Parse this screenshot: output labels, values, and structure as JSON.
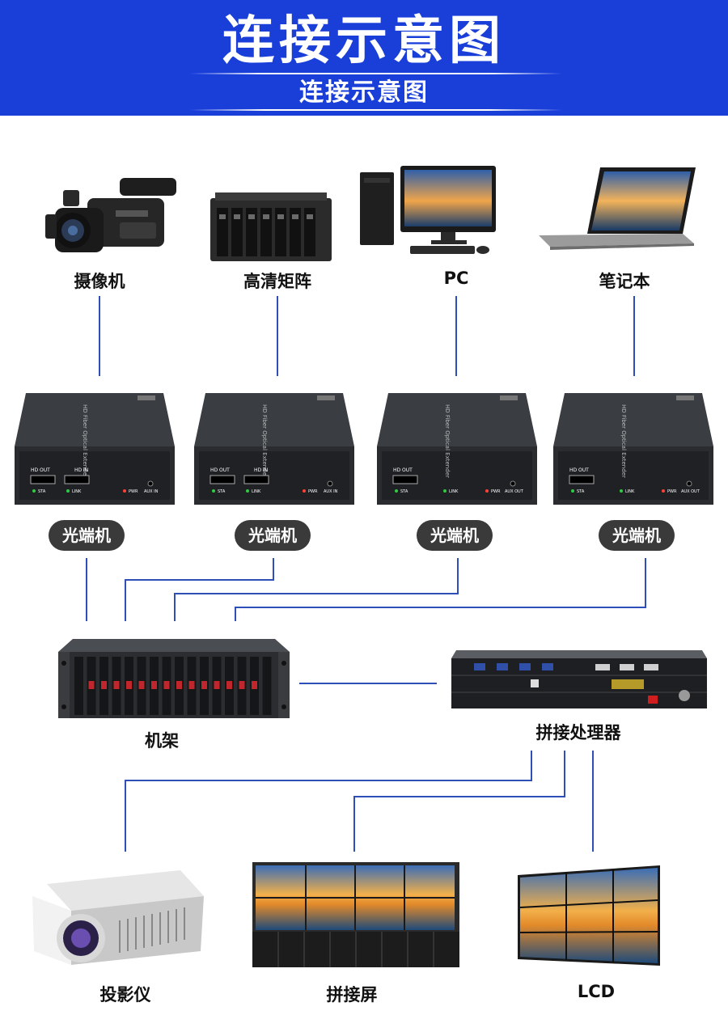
{
  "header": {
    "title": "连接示意图",
    "subtitle": "连接示意图"
  },
  "sources": [
    {
      "label": "摄像机",
      "icon": "camcorder"
    },
    {
      "label": "高清矩阵",
      "icon": "hd-matrix"
    },
    {
      "label": "PC",
      "icon": "desktop-pc"
    },
    {
      "label": "笔记本",
      "icon": "laptop"
    }
  ],
  "extenders": [
    {
      "label": "光端机",
      "ports": [
        "HD OUT",
        "HD IN"
      ],
      "leds": [
        "STA",
        "LINK",
        "PWR"
      ],
      "aux": "AUX IN"
    },
    {
      "label": "光端机",
      "ports": [
        "HD OUT",
        "HD IN"
      ],
      "leds": [
        "STA",
        "LINK",
        "PWR"
      ],
      "aux": "AUX IN"
    },
    {
      "label": "光端机",
      "ports": [
        "HD OUT"
      ],
      "leds": [
        "STA",
        "LINK",
        "PWR"
      ],
      "aux": "AUX OUT"
    },
    {
      "label": "光端机",
      "ports": [
        "HD OUT"
      ],
      "leds": [
        "STA",
        "LINK",
        "PWR"
      ],
      "aux": "AUX OUT"
    }
  ],
  "extender_side_text": "HD Fiber Optical Extender",
  "hub": {
    "rack_label": "机架",
    "processor_label": "拼接处理器"
  },
  "outputs": [
    {
      "label": "投影仪",
      "icon": "projector"
    },
    {
      "label": "拼接屏",
      "icon": "video-wall"
    },
    {
      "label": "LCD",
      "icon": "lcd-wall"
    }
  ],
  "colors": {
    "header_bg": "#1a3fd9",
    "wire": "#2e4fb8",
    "pill_bg": "#3a3a3a"
  }
}
